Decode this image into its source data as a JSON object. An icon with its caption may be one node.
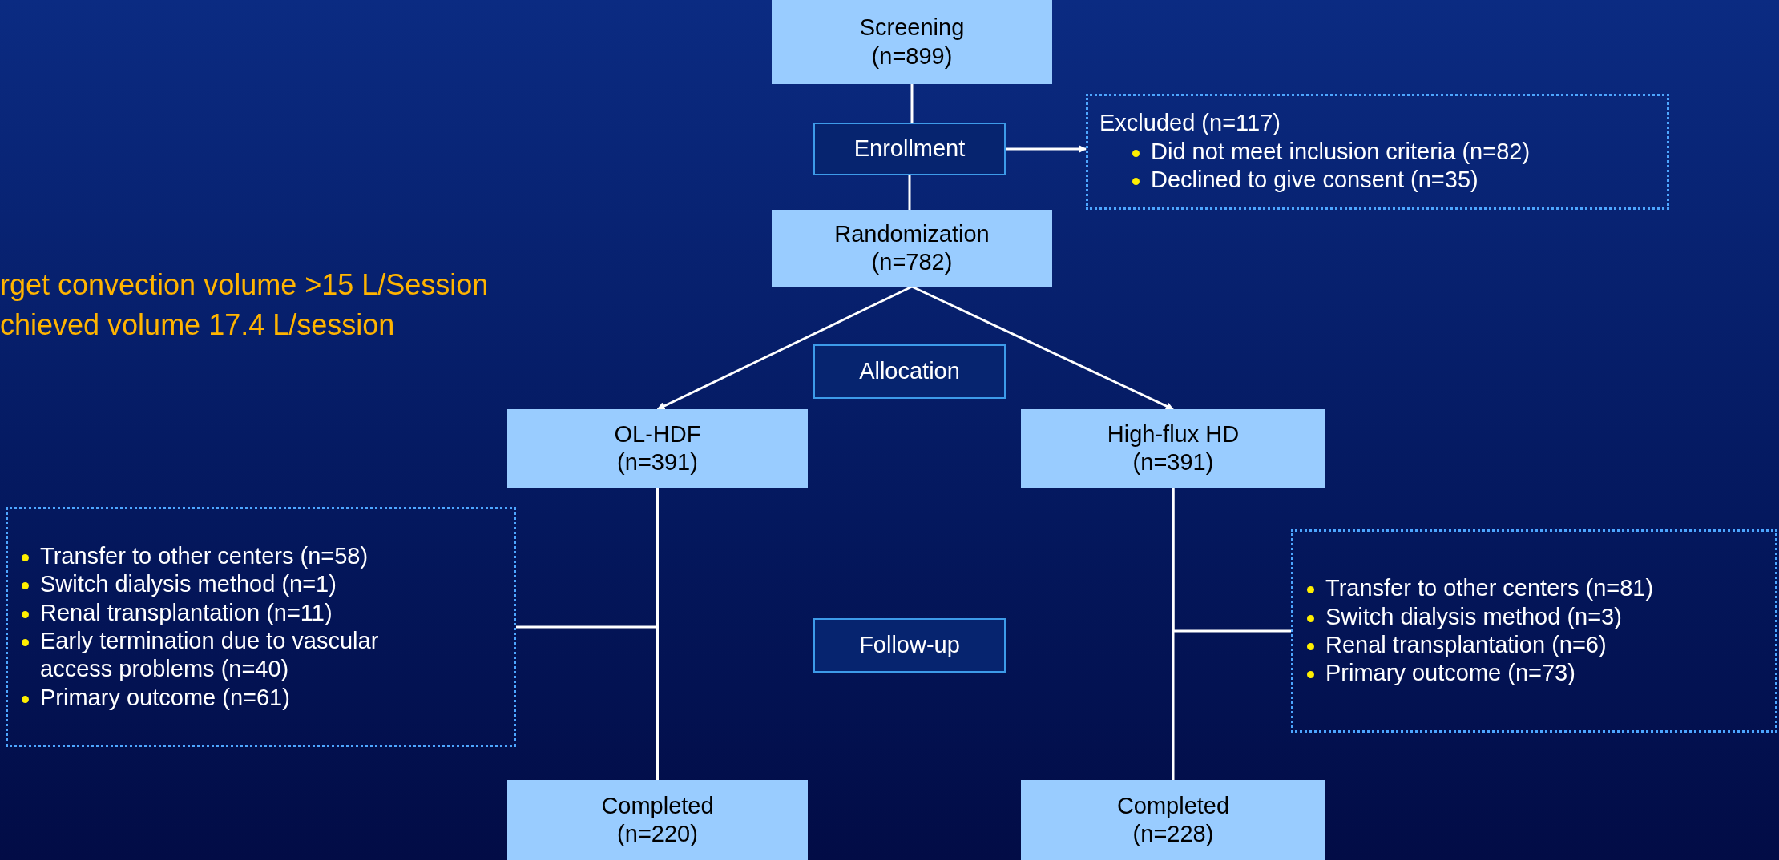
{
  "diagram": {
    "nodes": [
      {
        "text": [
          "Screening",
          "(n=899)"
        ]
      },
      {
        "text": [
          "Enrollment"
        ]
      },
      {
        "text": [
          "Excluded (n=117)",
          "Did not meet inclusion criteria (n=82)",
          "Declined to give consent (n=35)"
        ]
      },
      {
        "text": [
          "Randomization",
          "(n=782)"
        ]
      },
      {
        "text": [
          "Allocation"
        ]
      },
      {
        "text": [
          "OL-HDF",
          "(n=391)"
        ]
      },
      {
        "text": [
          "High-flux HD",
          "(n=391)"
        ]
      },
      {
        "text": [
          "Transfer to other centers (n=58)",
          "Switch dialysis method (n=1)",
          "Renal transplantation (n=11)",
          "Early termination due to vascular access problems (n=40)",
          "Primary outcome (n=61)"
        ]
      },
      {
        "text": [
          "Follow-up"
        ]
      },
      {
        "text": [
          "Transfer to other centers (n=81)",
          "Switch dialysis method (n=3)",
          "Renal transplantation (n=6)",
          "Primary outcome (n=73)"
        ]
      },
      {
        "text": [
          "Completed",
          "(n=220)"
        ]
      },
      {
        "text": [
          "Completed",
          "(n=228)"
        ]
      }
    ],
    "edges": [
      {
        "from": 0,
        "to": 1,
        "arrow": "none"
      },
      {
        "from": 1,
        "to": 3,
        "arrow": "none"
      },
      {
        "from": 1,
        "to": 2,
        "arrow": "to"
      },
      {
        "from": 3,
        "to": 5,
        "arrow": "to"
      },
      {
        "from": 3,
        "to": 6,
        "arrow": "to"
      },
      {
        "from": 5,
        "to": 10,
        "arrow": "none"
      },
      {
        "from": 5,
        "to": 7,
        "arrow": "none"
      },
      {
        "from": 6,
        "to": 11,
        "arrow": "none"
      },
      {
        "from": 6,
        "to": 9,
        "arrow": "none"
      }
    ],
    "labels": [
      "rget convection volume >15 L/Session",
      "chieved volume 17.4 L/session"
    ]
  }
}
